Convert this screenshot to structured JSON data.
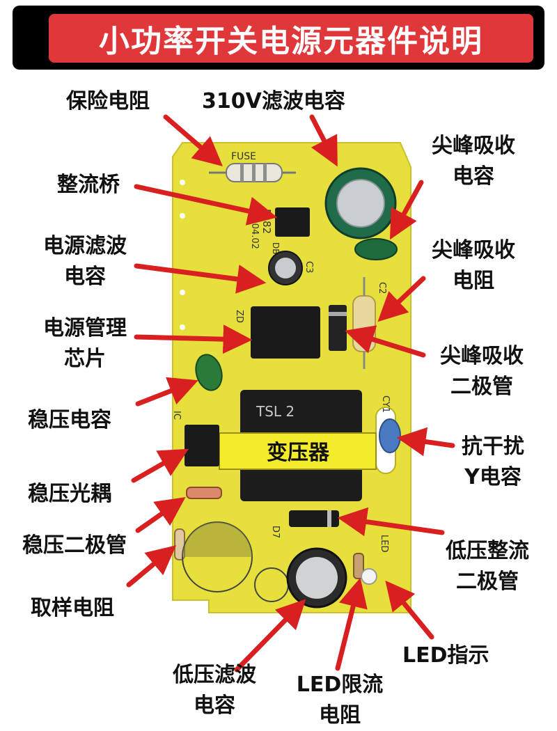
{
  "title": "小功率开关电源元器件说明",
  "board_marks": {
    "fuse": "FUSE",
    "transformer": "变压器",
    "transformer_code": "TSL  2",
    "db1": "DB1",
    "d8": "D-82",
    "date": "21.04.02",
    "c3": "C3",
    "c2": "C2",
    "zd": "ZD",
    "cy1": "CY1",
    "ic": "IC",
    "d7": "D7",
    "led": "LED"
  },
  "labels": {
    "fuse_resistor": "保险电阻",
    "filter_cap_310v": "310V滤波电容",
    "spike_cap_l1": "尖峰吸收",
    "spike_cap_l2": "电容",
    "bridge": "整流桥",
    "power_filter_l1": "电源滤波",
    "power_filter_l2": "电容",
    "spike_res_l1": "尖峰吸收",
    "spike_res_l2": "电阻",
    "pm_chip_l1": "电源管理",
    "pm_chip_l2": "芯片",
    "spike_diode_l1": "尖峰吸收",
    "spike_diode_l2": "二极管",
    "reg_cap": "稳压电容",
    "y_cap_l1": "抗干扰",
    "y_cap_l2": "Y电容",
    "optocoupler": "稳压光耦",
    "zener": "稳压二极管",
    "lv_rect_l1": "低压整流",
    "lv_rect_l2": "二极管",
    "sample_res": "取样电阻",
    "led_ind": "LED指示",
    "lv_filter_l1": "低压滤波",
    "lv_filter_l2": "电容",
    "led_res_l1": "LED限流",
    "led_res_l2": "电阻"
  },
  "colors": {
    "title_bg": "#e0383a",
    "board": "#e6df3c",
    "arrow": "#d82020",
    "text": "#111111"
  }
}
